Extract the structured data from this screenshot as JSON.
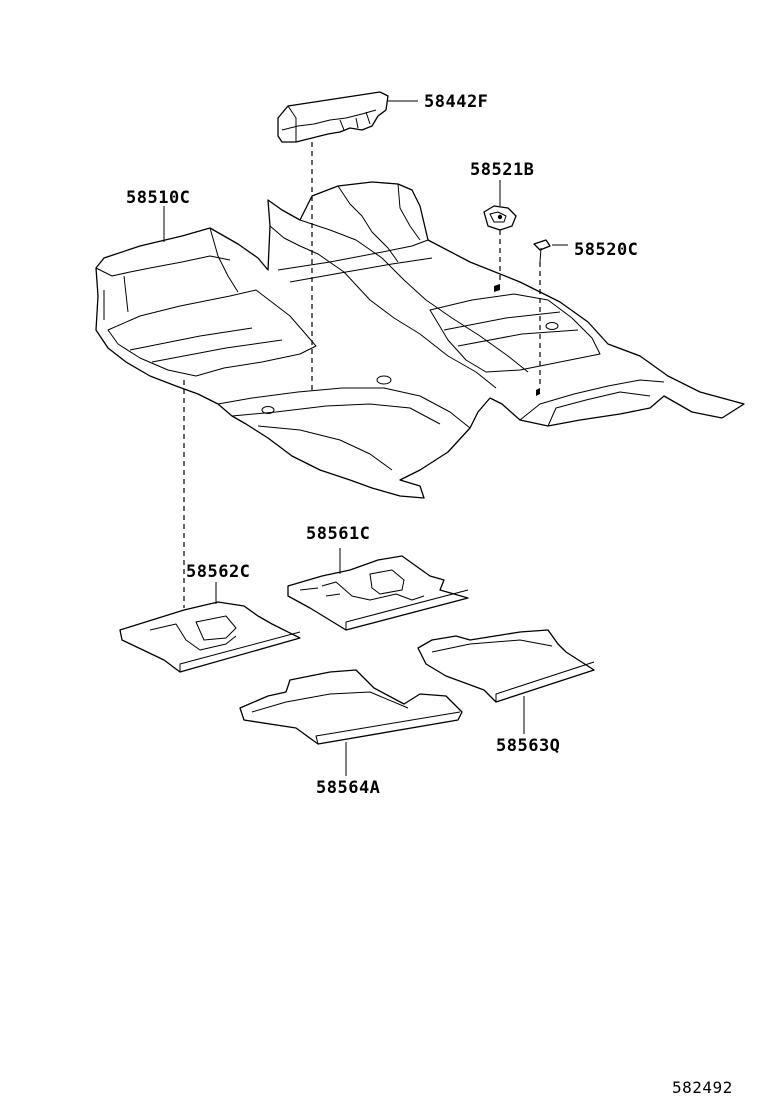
{
  "parts": {
    "p58442F": "58442F",
    "p58521B": "58521B",
    "p58510C": "58510C",
    "p58520C": "58520C",
    "p58561C": "58561C",
    "p58562C": "58562C",
    "p58563Q": "58563Q",
    "p58564A": "58564A"
  },
  "diagram_id": "582492",
  "colors": {
    "line": "#000000",
    "background": "#ffffff"
  }
}
